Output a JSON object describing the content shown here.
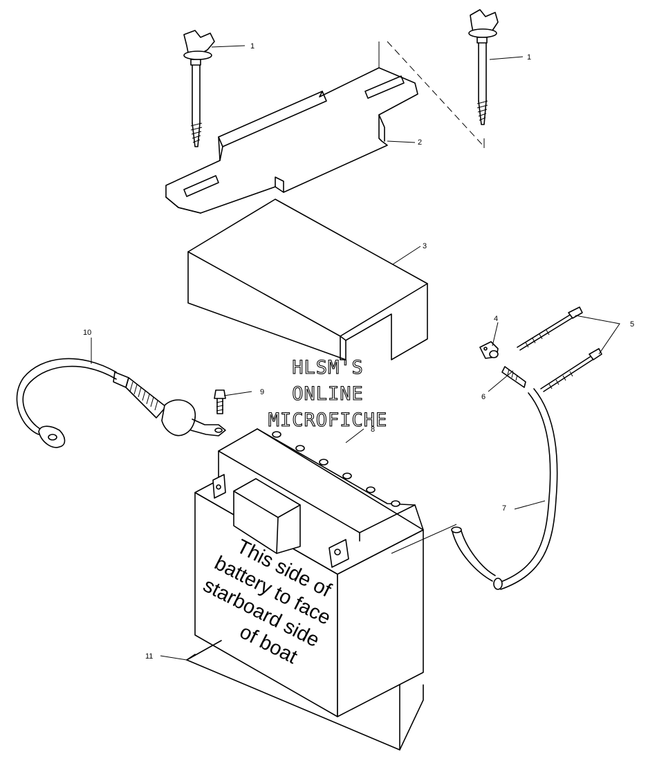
{
  "watermark": {
    "line1": "HLSM'S",
    "line2": "ONLINE",
    "line3": "MICROFICHE"
  },
  "battery_label": {
    "line1": "This side of",
    "line2": "battery to face",
    "line3": "starboard side",
    "line4": "of boat"
  },
  "callouts": {
    "c1a": "1",
    "c1b": "1",
    "c2": "2",
    "c3": "3",
    "c4": "4",
    "c5": "5",
    "c6": "6",
    "c7": "7",
    "c8": "8",
    "c9": "9",
    "c10": "10",
    "c11": "11"
  }
}
